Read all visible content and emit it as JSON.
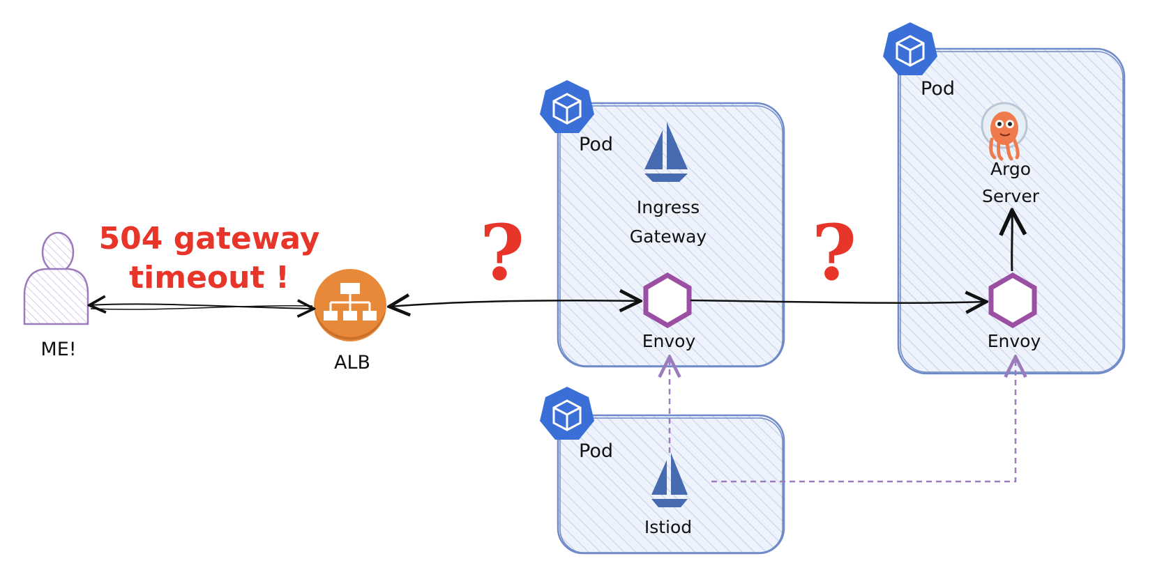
{
  "error": {
    "line1": "504 gateway",
    "line2": "timeout !",
    "color": "#e8352a"
  },
  "question_mark": "?",
  "user": {
    "label": "ME!",
    "icon": "user-icon"
  },
  "alb": {
    "label": "ALB",
    "icon": "load-balancer-icon",
    "color": "#e8893a"
  },
  "pods": {
    "ingress": {
      "label": "Pod",
      "component_line1": "Ingress",
      "component_line2": "Gateway",
      "sidecar": "Envoy"
    },
    "argo": {
      "label": "Pod",
      "component_line1": "Argo",
      "component_line2": "Server",
      "sidecar": "Envoy"
    },
    "istiod": {
      "label": "Pod",
      "component": "Istiod"
    }
  },
  "colors": {
    "pod_border": "#6f8ac8",
    "pod_fill": "#e8eefb",
    "k8s_blue": "#3a6fd8",
    "envoy_purple": "#9b4fa3",
    "control_plane_line": "#9c7bbd",
    "istio_blue": "#466bb0"
  }
}
